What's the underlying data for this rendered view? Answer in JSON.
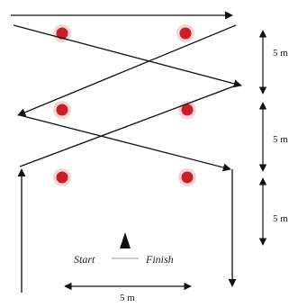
{
  "labels": {
    "start": "Start",
    "finish": "Finish",
    "dim_vertical_1": "5 m",
    "dim_vertical_2": "5 m",
    "dim_vertical_3": "5 m",
    "dim_horizontal": "5 m"
  },
  "colors": {
    "cone_fill": "#c8202a",
    "cone_ring": "#f2d6d6",
    "line": "#111111"
  },
  "cones": [
    {
      "name": "cone-top-left"
    },
    {
      "name": "cone-top-right"
    },
    {
      "name": "cone-middle-left"
    },
    {
      "name": "cone-middle-right"
    },
    {
      "name": "cone-bottom-left"
    },
    {
      "name": "cone-bottom-right"
    }
  ]
}
